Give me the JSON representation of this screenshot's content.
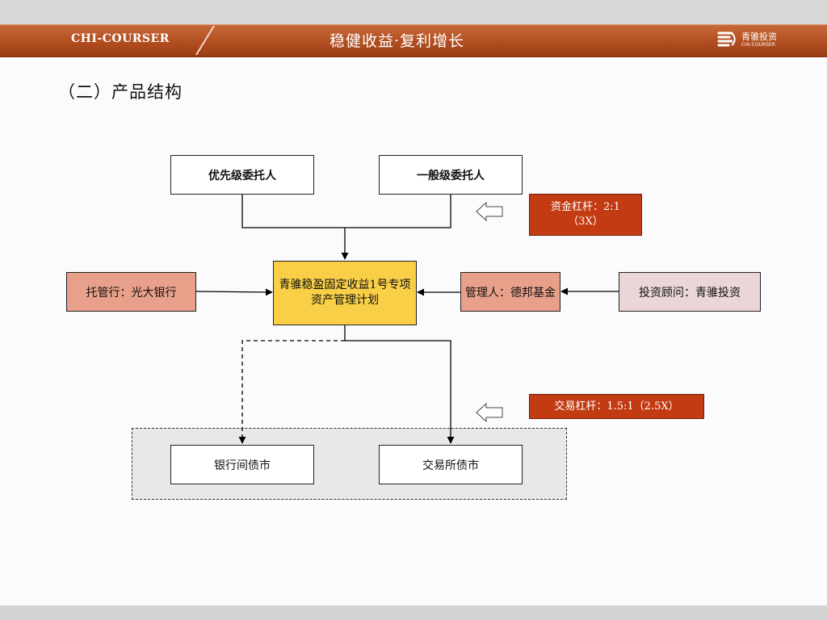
{
  "header": {
    "brand": "CHI-COURSER",
    "tagline": "稳健收益·复利增长",
    "logo_name": "青骓投资",
    "logo_sub": "CHI-COURSER"
  },
  "section_title": "（二）产品结构",
  "diagram": {
    "priority_trustee": "优先级委托人",
    "general_trustee": "一般级委托人",
    "funding_leverage_line1": "资金杠杆：2:1",
    "funding_leverage_line2": "（3X）",
    "plan_line1": "青骓稳盈固定收益1号专项",
    "plan_line2": "资产管理计划",
    "custodian": "托管行：光大银行",
    "manager": "管理人：德邦基金",
    "advisor": "投资顾问：青骓投资",
    "trading_leverage": "交易杠杆：1.5:1（2.5X）",
    "interbank_market": "银行间债市",
    "exchange_market": "交易所债市"
  },
  "colors": {
    "header": "#b24e20",
    "plan_fill": "#f9cf47",
    "salmon_fill": "#e9a08a",
    "leverage_fill": "#c33b12",
    "advisor_fill": "#ead6d6"
  }
}
